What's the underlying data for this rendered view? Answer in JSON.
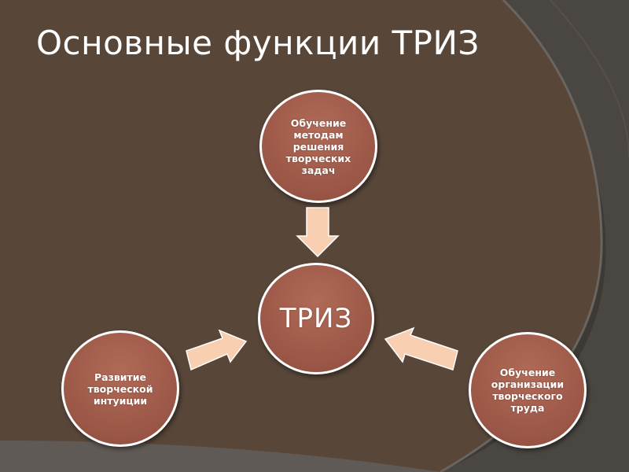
{
  "slide": {
    "title": "Основные функции ТРИЗ"
  },
  "diagram": {
    "center": {
      "label": "ТРИЗ"
    },
    "top": {
      "label": "Обучение\nметодам\nрешения\nтворческих\nзадач"
    },
    "left": {
      "label": "Развитие\nтворческой\nинтуиции"
    },
    "right": {
      "label": "Обучение\nорганизации\nтворческого\nтруда"
    }
  },
  "colors": {
    "background": "#3d3935",
    "panel": "#584639",
    "node_fill": "#9a5646",
    "node_border": "#ffffff",
    "arrow_fill": "#f8cfb0",
    "title_text": "#ffffff"
  }
}
